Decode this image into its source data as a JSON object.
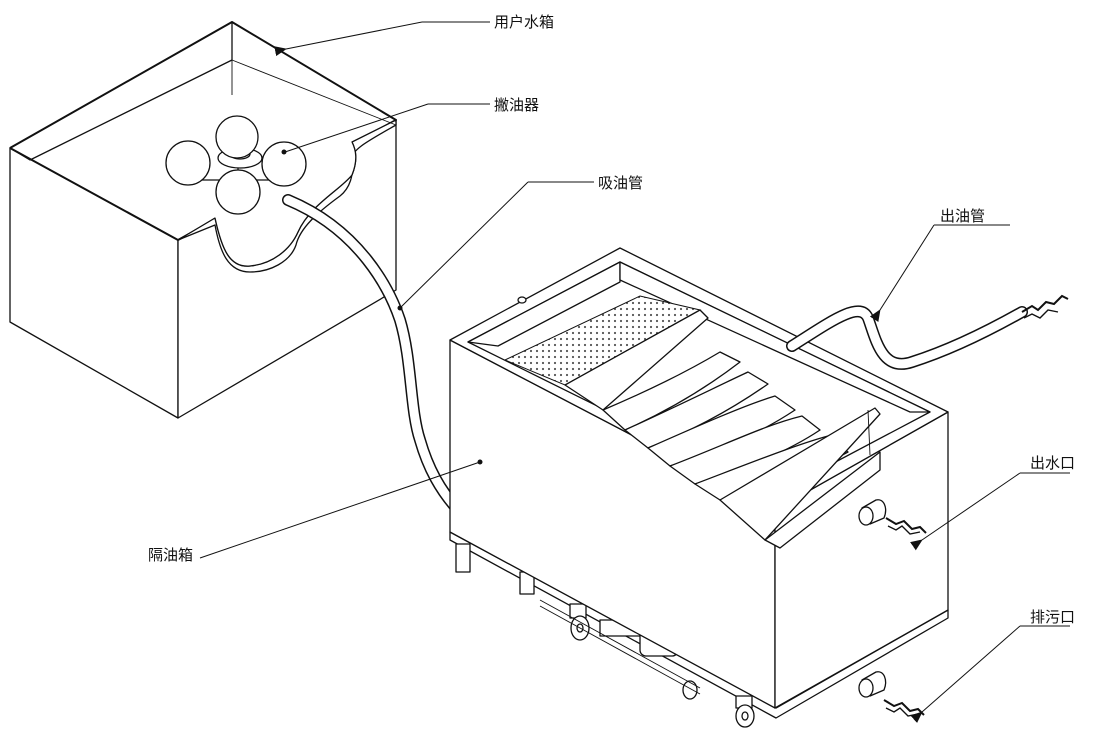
{
  "labels": {
    "user_tank": "用户水箱",
    "skimmer": "撇油器",
    "suction_hose": "吸油管",
    "oil_outlet_hose": "出油管",
    "water_outlet": "出水口",
    "drain_outlet": "排污口",
    "separator_tank": "隔油箱"
  },
  "colors": {
    "line": "#111111",
    "background": "#ffffff",
    "perforation": "#555555"
  }
}
